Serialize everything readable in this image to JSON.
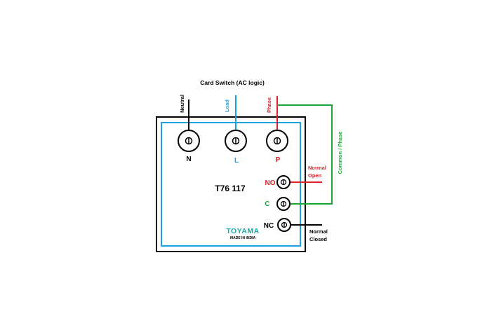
{
  "title": "Card Switch (AC logic)",
  "device": {
    "model": "T76 117",
    "brand": "TOYAMA",
    "brand_tagline": "MADE IN INDIA"
  },
  "terminals": {
    "n_label": "N",
    "l_label": "L",
    "p_label": "P",
    "no_label": "NO",
    "c_label": "C",
    "nc_label": "NC"
  },
  "wires": {
    "neutral_label": "Neutral",
    "load_label": "Load",
    "phase_label": "Phase",
    "normal_open_line1": "Normal",
    "normal_open_line2": "Open",
    "normal_closed_line1": "Normal",
    "normal_closed_line2": "Closed",
    "common_phase_label": "Common / Phase"
  },
  "colors": {
    "black": "#000000",
    "blue": "#1ba1e2",
    "red": "#e0202a",
    "green": "#1fa83a",
    "brand_teal": "#1aa6a6"
  }
}
